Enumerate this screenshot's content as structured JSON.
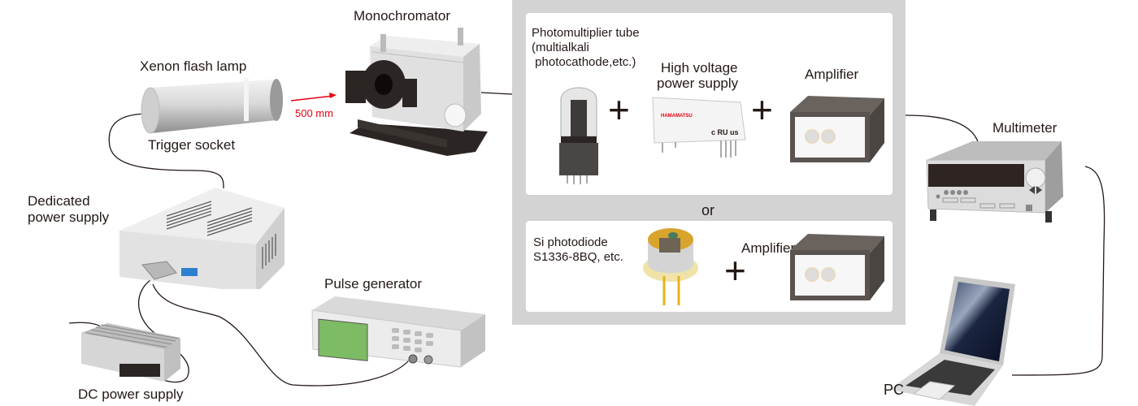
{
  "diagram": {
    "title": "Measurement setup: xenon flash lamp, monochromator and detector",
    "components": {
      "xenon_lamp": {
        "label": "Xenon flash lamp",
        "sublabel": "Trigger socket"
      },
      "distance": {
        "label": "500 mm",
        "color": "#e60012"
      },
      "monochromator": {
        "label": "Monochromator"
      },
      "dedicated_psu": {
        "label_line1": "Dedicated",
        "label_line2": "power supply"
      },
      "dc_psu": {
        "label": "DC power supply"
      },
      "pulse_generator": {
        "label": "Pulse generator"
      },
      "multimeter": {
        "label": "Multimeter"
      },
      "pc": {
        "label": "PC"
      }
    },
    "detector_panel": {
      "option1": {
        "pmt": {
          "line1": "Photomultiplier tube",
          "line2": "(multialkali",
          "line3": " photocathode,etc.)"
        },
        "plus1": "+",
        "hv_psu": {
          "line1": "High voltage",
          "line2": "power supply",
          "brand": "HAMAMATSU"
        },
        "plus2": "+",
        "amplifier": {
          "label": "Amplifier"
        }
      },
      "separator": "or",
      "option2": {
        "photodiode": {
          "line1": "Si photodiode",
          "line2": "S1336-8BQ, etc."
        },
        "plus": "+",
        "amplifier": {
          "label": "Amplifier"
        }
      }
    },
    "colors": {
      "panel_bg": "#d3d3d4",
      "arrow": "#e60012",
      "pulse_screen": "#7dbb64",
      "amplifier_body": "#5a534f"
    }
  }
}
